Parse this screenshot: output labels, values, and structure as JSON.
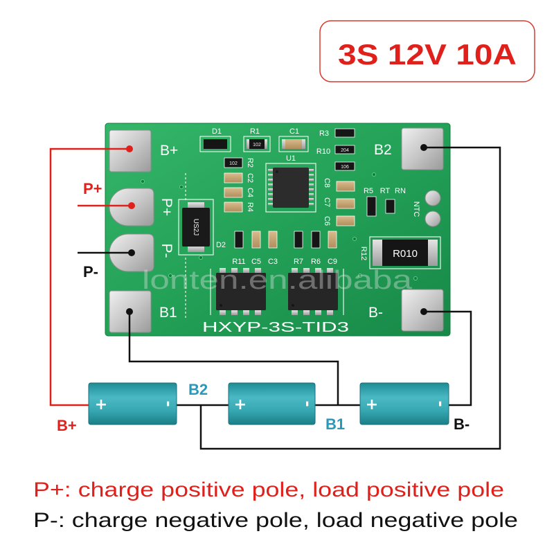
{
  "title_badge": {
    "text": "3S 12V 10A"
  },
  "board": {
    "model": "HXYP-3S-TID3",
    "pad_labels": {
      "b_plus": "B+",
      "b2": "B2",
      "p_plus": "P+",
      "p_minus": "P-",
      "b1": "B1",
      "b_minus": "B-"
    },
    "silkscreen": {
      "d1": "D1",
      "r1": "R1",
      "c1": "C1",
      "r3": "R3",
      "r10": "R10",
      "u1": "U1",
      "r2": "R2",
      "c2": "C2",
      "c4": "C4",
      "r4": "R4",
      "c8": "C8",
      "c7": "C7",
      "c6": "C6",
      "r5": "R5",
      "rt": "RT",
      "rn": "RN",
      "ntc": "NTC",
      "d2": "D2",
      "r11": "R11",
      "c5": "C5",
      "c3": "C3",
      "r7": "R7",
      "r6": "R6",
      "c9": "C9",
      "r12": "R12"
    },
    "part_markings": {
      "r1": "102",
      "left_resistor": "102",
      "right_resistor_mid": "204",
      "right_resistor_low": "106",
      "d2": "US2J",
      "shunt": "R010"
    },
    "watermark": "lonten.en.alibaba"
  },
  "wiring": {
    "terminal_labels": {
      "p_plus": "P+",
      "p_minus": "P-",
      "b_plus": "B+",
      "b2": "B2",
      "b1": "B1",
      "b_minus": "B-"
    },
    "batteries": [
      {
        "plus": "+",
        "minus": "-"
      },
      {
        "plus": "+",
        "minus": "-"
      },
      {
        "plus": "+",
        "minus": "-"
      }
    ]
  },
  "legend": [
    {
      "text": "P+: charge positive pole, load positive pole"
    },
    {
      "text": "P-: charge negative pole, load negative pole"
    }
  ],
  "colors": {
    "red": "#e0201b",
    "black": "#111111",
    "teal": "#2a98b8",
    "pcb_green": "#23a157",
    "battery_teal": "#3aaab4",
    "pad_silver": "#c8c8c8"
  }
}
